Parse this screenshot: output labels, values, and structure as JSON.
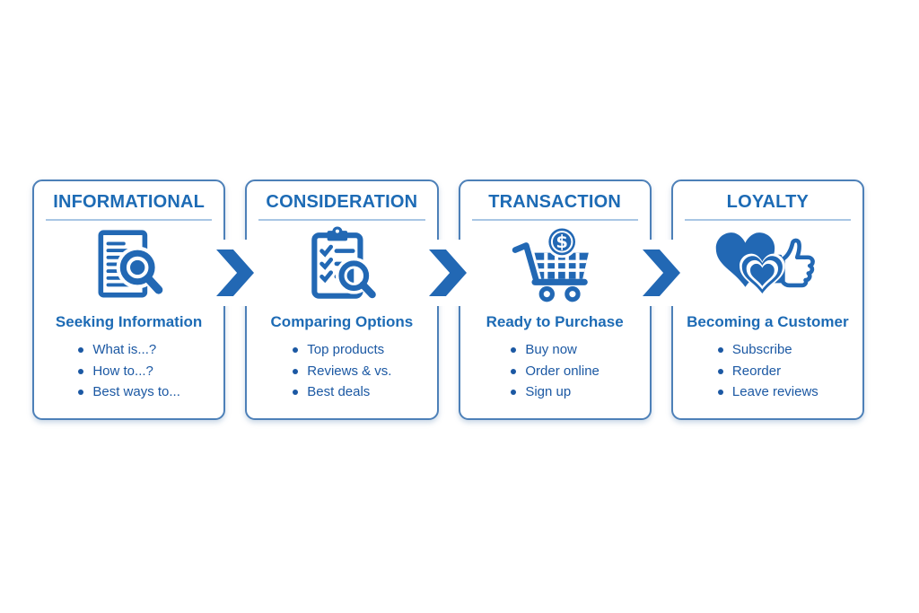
{
  "diagram_type": "customer-journey-funnel",
  "colors": {
    "background": "#ffffff",
    "primary_blue": "#2268b4",
    "title_blue": "#1d6bb5",
    "text_blue": "#1b58a3",
    "card_border": "#4d80b8",
    "title_underline": "#a9c6e4"
  },
  "arrows": {
    "count": 3,
    "direction": "right",
    "color": "#2268b4"
  },
  "stages": [
    {
      "title": "INFORMATIONAL",
      "icon": "document-search-icon",
      "subtitle": "Seeking Information",
      "bullets": [
        "What is...?",
        "How to...?",
        "Best ways to..."
      ]
    },
    {
      "title": "CONSIDERATION",
      "icon": "clipboard-checklist-search-icon",
      "subtitle": "Comparing Options",
      "bullets": [
        "Top products",
        "Reviews & vs.",
        "Best deals"
      ]
    },
    {
      "title": "TRANSACTION",
      "icon": "shopping-cart-dollar-icon",
      "subtitle": "Ready to Purchase",
      "bullets": [
        "Buy now",
        "Order online",
        "Sign up"
      ]
    },
    {
      "title": "LOYALTY",
      "icon": "hearts-thumbs-up-icon",
      "subtitle": "Becoming a Customer",
      "bullets": [
        "Subscribe",
        "Reorder",
        "Leave reviews"
      ]
    }
  ]
}
